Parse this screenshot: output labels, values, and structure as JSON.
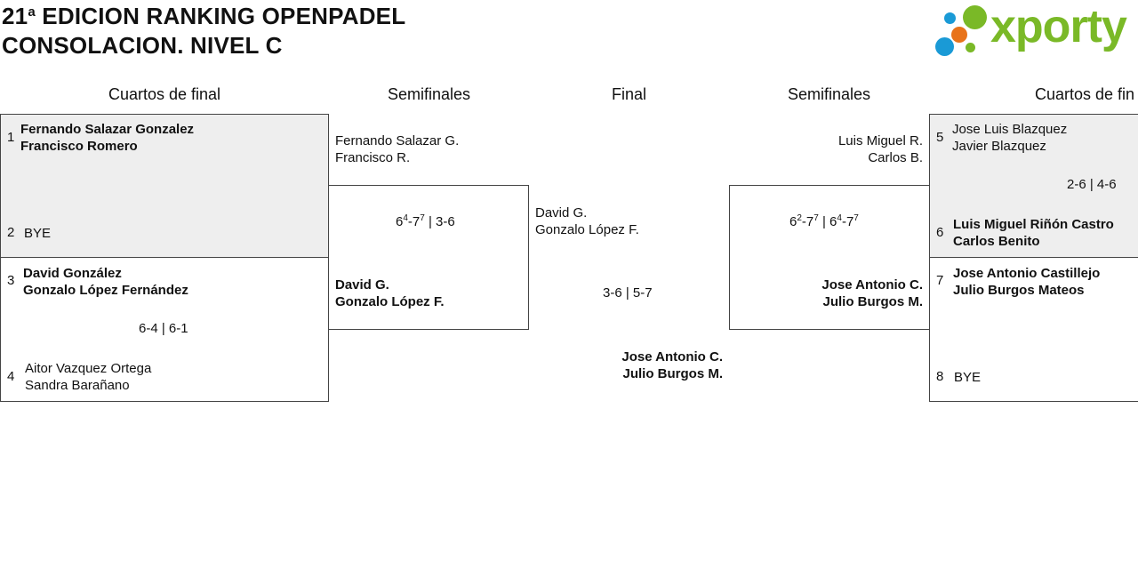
{
  "title": {
    "line1_prefix": "21",
    "line1_sup": "a",
    "line1_rest": " EDICION RANKING OPENPADEL",
    "line2": "CONSOLACION. NIVEL C"
  },
  "logo": {
    "text": "xporty",
    "colors": {
      "green": "#7ab927",
      "blue": "#1a9ad6",
      "orange": "#e8731a"
    }
  },
  "rounds": {
    "left_qf": "Cuartos de final",
    "left_sf": "Semifinales",
    "final": "Final",
    "right_sf": "Semifinales",
    "right_qf": "Cuartos de fin"
  },
  "left_qf": {
    "m1": {
      "seed_a": "1",
      "a1": "Fernando Salazar Gonzalez",
      "a2": "Francisco Romero",
      "seed_b": "2",
      "b1": "BYE"
    },
    "m2": {
      "seed_a": "3",
      "a1": "David González",
      "a2": "Gonzalo López Fernández",
      "score": "6-4 | 6-1",
      "seed_b": "4",
      "b1": "Aitor Vazquez Ortega",
      "b2": "Sandra Barañano"
    }
  },
  "left_sf": {
    "top1": "Fernando Salazar G.",
    "top2": "Francisco R.",
    "score": {
      "s1": "6",
      "s1sup": "4",
      "s2": "-7",
      "s2sup": "7",
      "rest": " | 3-6"
    },
    "bot1": "David G.",
    "bot2": "Gonzalo López F."
  },
  "final": {
    "top1": "David G.",
    "top2": "Gonzalo López F.",
    "score": "3-6 | 5-7",
    "winner1": "Jose Antonio C.",
    "winner2": "Julio Burgos M."
  },
  "right_sf": {
    "top1": "Luis Miguel R.",
    "top2": "Carlos B.",
    "score": {
      "a": "6",
      "asup": "2",
      "b": "-7",
      "bsup": "7",
      "sep": " | ",
      "c": "6",
      "csup": "4",
      "d": "-7",
      "dsup": "7"
    },
    "bot1": "Jose Antonio C.",
    "bot2": "Julio Burgos M."
  },
  "right_qf": {
    "m1": {
      "seed_a": "5",
      "a1": "Jose Luis Blazquez",
      "a2": "Javier Blazquez",
      "score": "2-6 | 4-6",
      "seed_b": "6",
      "b1": "Luis Miguel Riñón Castro",
      "b2": "Carlos Benito"
    },
    "m2": {
      "seed_a": "7",
      "a1": "Jose Antonio Castillejo",
      "a2": "Julio Burgos Mateos",
      "seed_b": "8",
      "b1": "BYE"
    }
  }
}
